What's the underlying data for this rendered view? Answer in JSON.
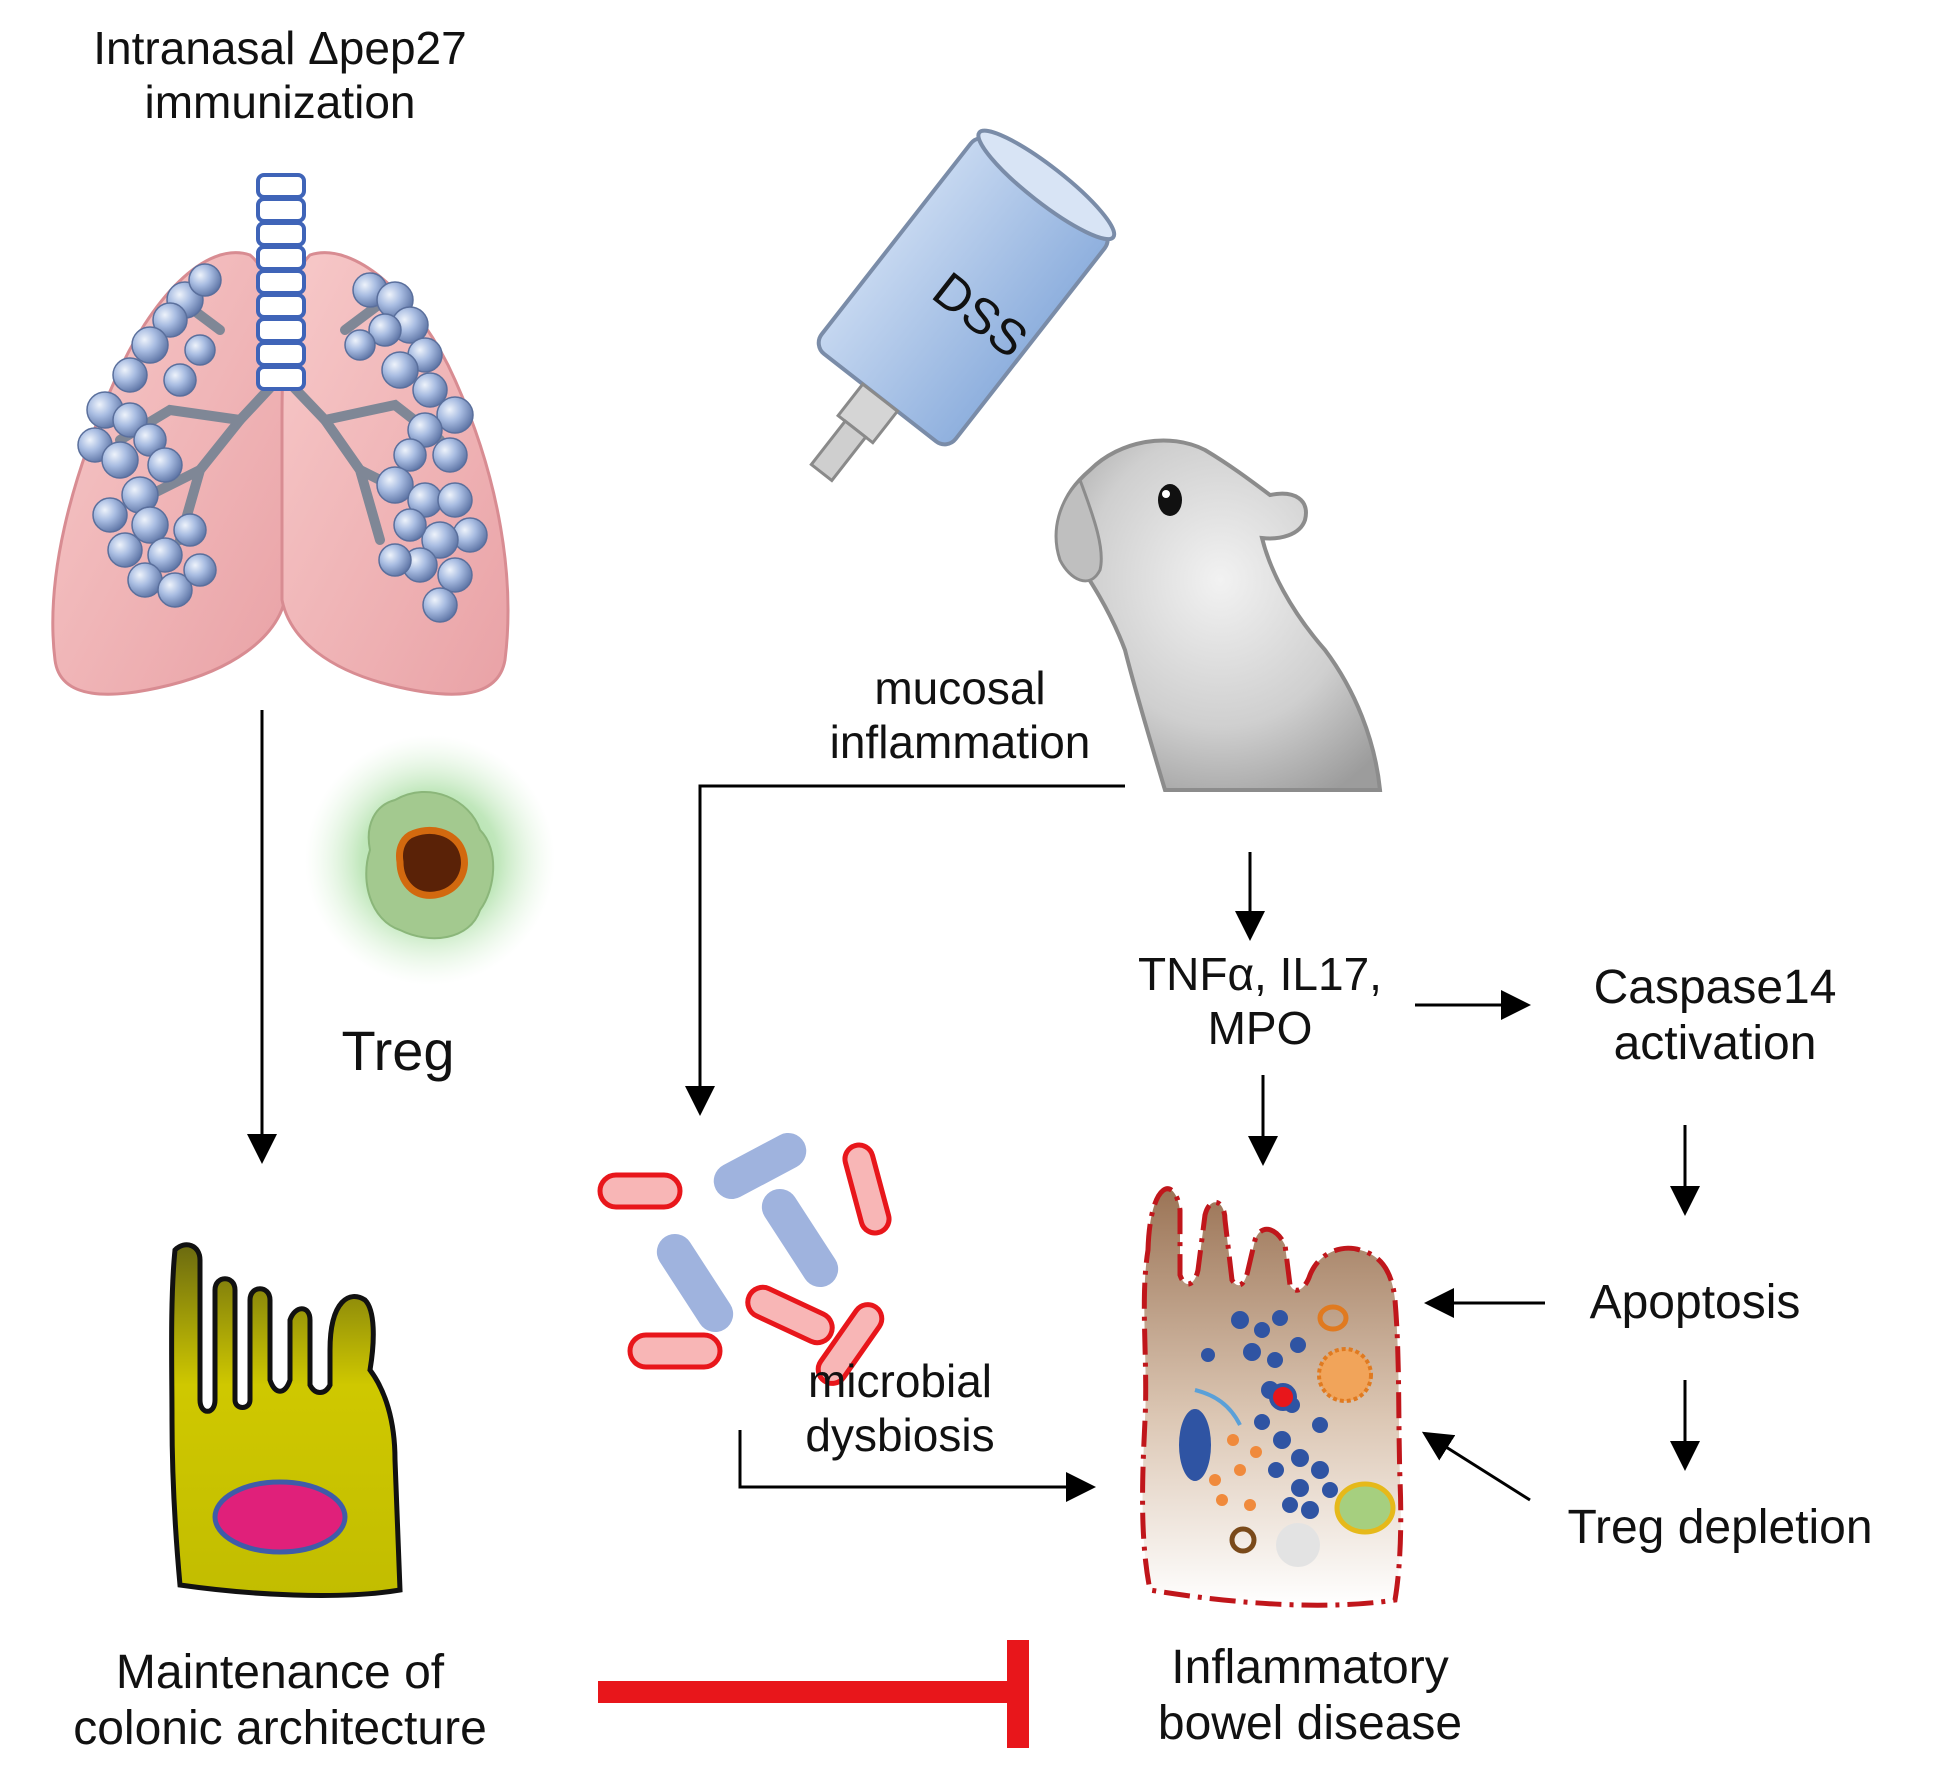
{
  "labels": {
    "immunization_line1": "Intranasal Δpep27",
    "immunization_line2": "immunization",
    "treg": "Treg",
    "dss": "DSS",
    "mucosal_line1": "mucosal",
    "mucosal_line2": "inflammation",
    "cytokines_line1": "TNFα, IL17,",
    "cytokines_line2": "MPO",
    "caspase_line1": "Caspase14",
    "caspase_line2": "activation",
    "apoptosis": "Apoptosis",
    "treg_depletion": "Treg depletion",
    "dysbiosis_line1": "microbial",
    "dysbiosis_line2": "dysbiosis",
    "maintenance_line1": "Maintenance of",
    "maintenance_line2": "colonic architecture",
    "ibd_line1": "Inflammatory",
    "ibd_line2": "bowel disease"
  },
  "colors": {
    "inhibition": "#e8161b",
    "arrow": "#000000",
    "lung": "#f2b6b6",
    "alveoli": "#9db4dc",
    "treg_glow": "#8fd48a",
    "healthy_tissue": "#c9c400",
    "nucleus": "#e0207a",
    "inflamed_tissue": "#a88466",
    "bacteria_red": "#e8161b",
    "bacteria_blue": "#9fb3de",
    "mouse": "#c7c7c7",
    "bottle": "#a9c4ea"
  }
}
